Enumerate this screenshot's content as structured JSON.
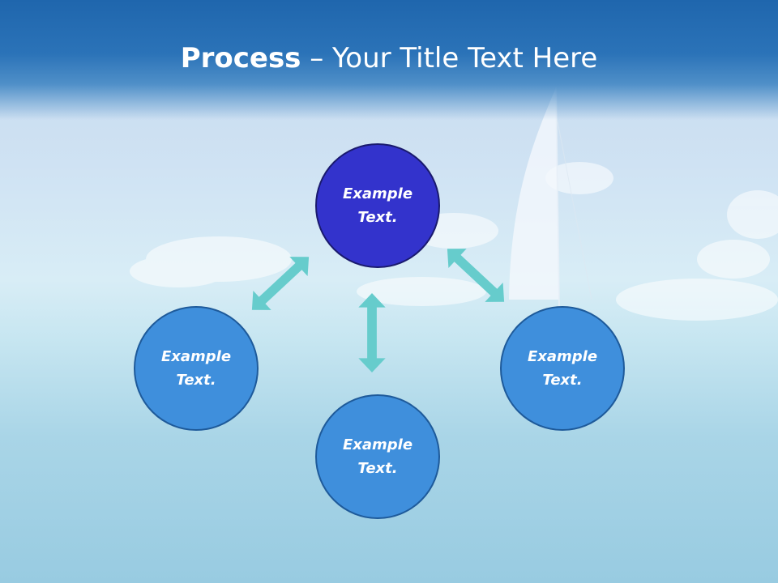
{
  "slide": {
    "title_bold": "Process",
    "title_rest": " – Your Title Text Here"
  },
  "nodes": {
    "top": "Example Text.",
    "left": "Example Text.",
    "right": "Example Text.",
    "bottom": "Example Text."
  },
  "colors": {
    "header": "#1f66ad",
    "node_primary": "#3333cc",
    "node_secondary": "#3f8fdc",
    "arrow": "#66cccc"
  }
}
